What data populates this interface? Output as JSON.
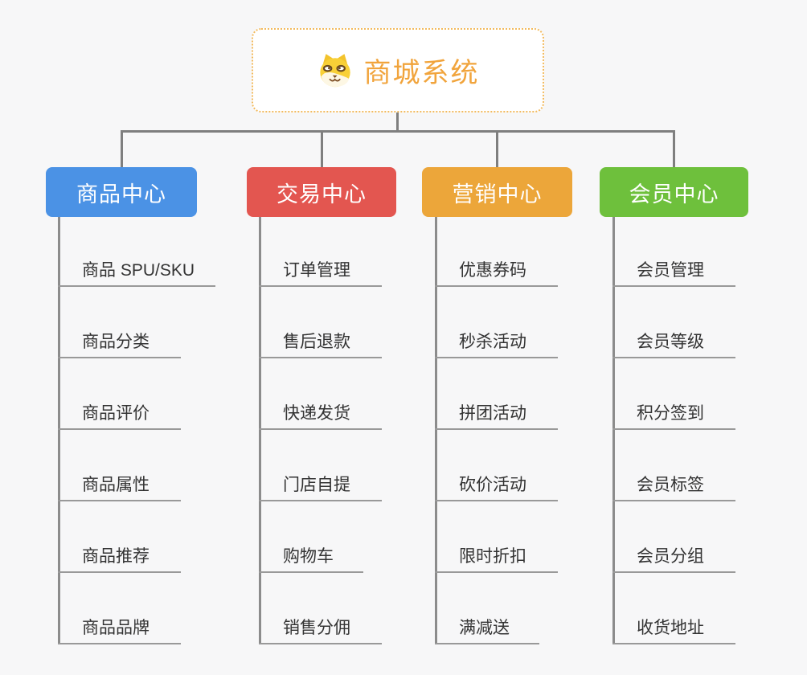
{
  "root": {
    "title": "商城系统",
    "icon": "dog-face-icon",
    "accent_color": "#f1a43c",
    "border_color": "#f2ba5e"
  },
  "branches": [
    {
      "label": "商品中心",
      "color": "#4b92e5",
      "children": [
        "商品 SPU/SKU",
        "商品分类",
        "商品评价",
        "商品属性",
        "商品推荐",
        "商品品牌"
      ]
    },
    {
      "label": "交易中心",
      "color": "#e35650",
      "children": [
        "订单管理",
        "售后退款",
        "快递发货",
        "门店自提",
        "购物车",
        "销售分佣"
      ]
    },
    {
      "label": "营销中心",
      "color": "#eca63a",
      "children": [
        "优惠券码",
        "秒杀活动",
        "拼团活动",
        "砍价活动",
        "限时折扣",
        "满减送"
      ]
    },
    {
      "label": "会员中心",
      "color": "#6ec03c",
      "children": [
        "会员管理",
        "会员等级",
        "积分签到",
        "会员标签",
        "会员分组",
        "收货地址"
      ]
    }
  ]
}
